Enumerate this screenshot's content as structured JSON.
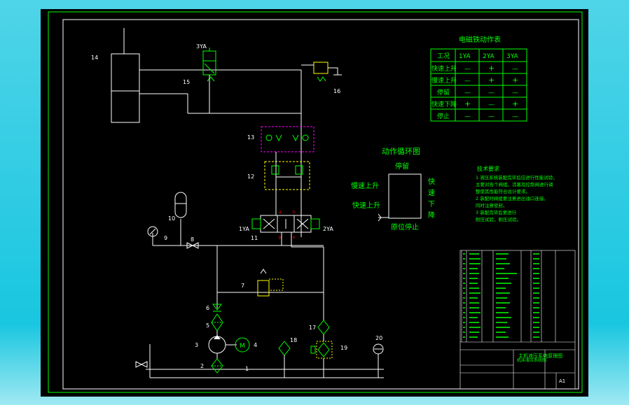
{
  "colors": {
    "background": "#000000",
    "window_accent": "#1fc8e2",
    "line": "#ffffff",
    "frame": "#00ff00",
    "text": "#00ff00",
    "component": "#00ff00",
    "highlight": "#ff00ff",
    "yellow": "#ffff00",
    "marker": "#ff0000"
  },
  "labels": {
    "c1": "1",
    "c2": "2",
    "c3": "3",
    "c4": "4",
    "c5": "5",
    "c6": "6",
    "c7": "7",
    "c8": "8",
    "c9": "9",
    "c10": "10",
    "c11": "11",
    "c12": "12",
    "c13": "13",
    "c14": "14",
    "c15": "15",
    "c16": "16",
    "c17": "17",
    "c18": "18",
    "c19": "19",
    "c20": "20",
    "sol_1ya": "1YA",
    "sol_2ya": "2YA",
    "sol_3ya": "3YA"
  },
  "solenoid_table": {
    "title": "电磁铁动作表",
    "headers": [
      "工况",
      "1YA",
      "2YA",
      "3YA"
    ],
    "rows": [
      [
        "快速上升",
        "—",
        "+",
        "—"
      ],
      [
        "慢速上升",
        "—",
        "+",
        "+"
      ],
      [
        "停留",
        "—",
        "—",
        "—"
      ],
      [
        "快速下降",
        "+",
        "—",
        "+"
      ],
      [
        "停止",
        "—",
        "—",
        "—"
      ]
    ]
  },
  "cycle_diagram": {
    "title": "动作循环图",
    "top": "停留",
    "slow_up": "慢速上升",
    "fast_up": "快速上升",
    "fast_down": [
      "快",
      "速",
      "下",
      "降"
    ],
    "home": "原位停止"
  },
  "tech_notes": {
    "title": "技术要求",
    "lines": [
      "1 液压系统装配完毕后应进行性能试验，",
      "  主要对各个阀组，活塞及控制阀进行调",
      "  整使其性能符合设计要求。",
      "2 装配时阀组要注意进出油口连接。",
      "  同时注意密封。",
      "3 装配完毕后要进行",
      "  耐压试验，耐压试验。"
    ]
  },
  "title_block": {
    "drawing_name": "主机液压系统原理图",
    "sheet": "A1",
    "company_row": "机床液压系统图"
  }
}
